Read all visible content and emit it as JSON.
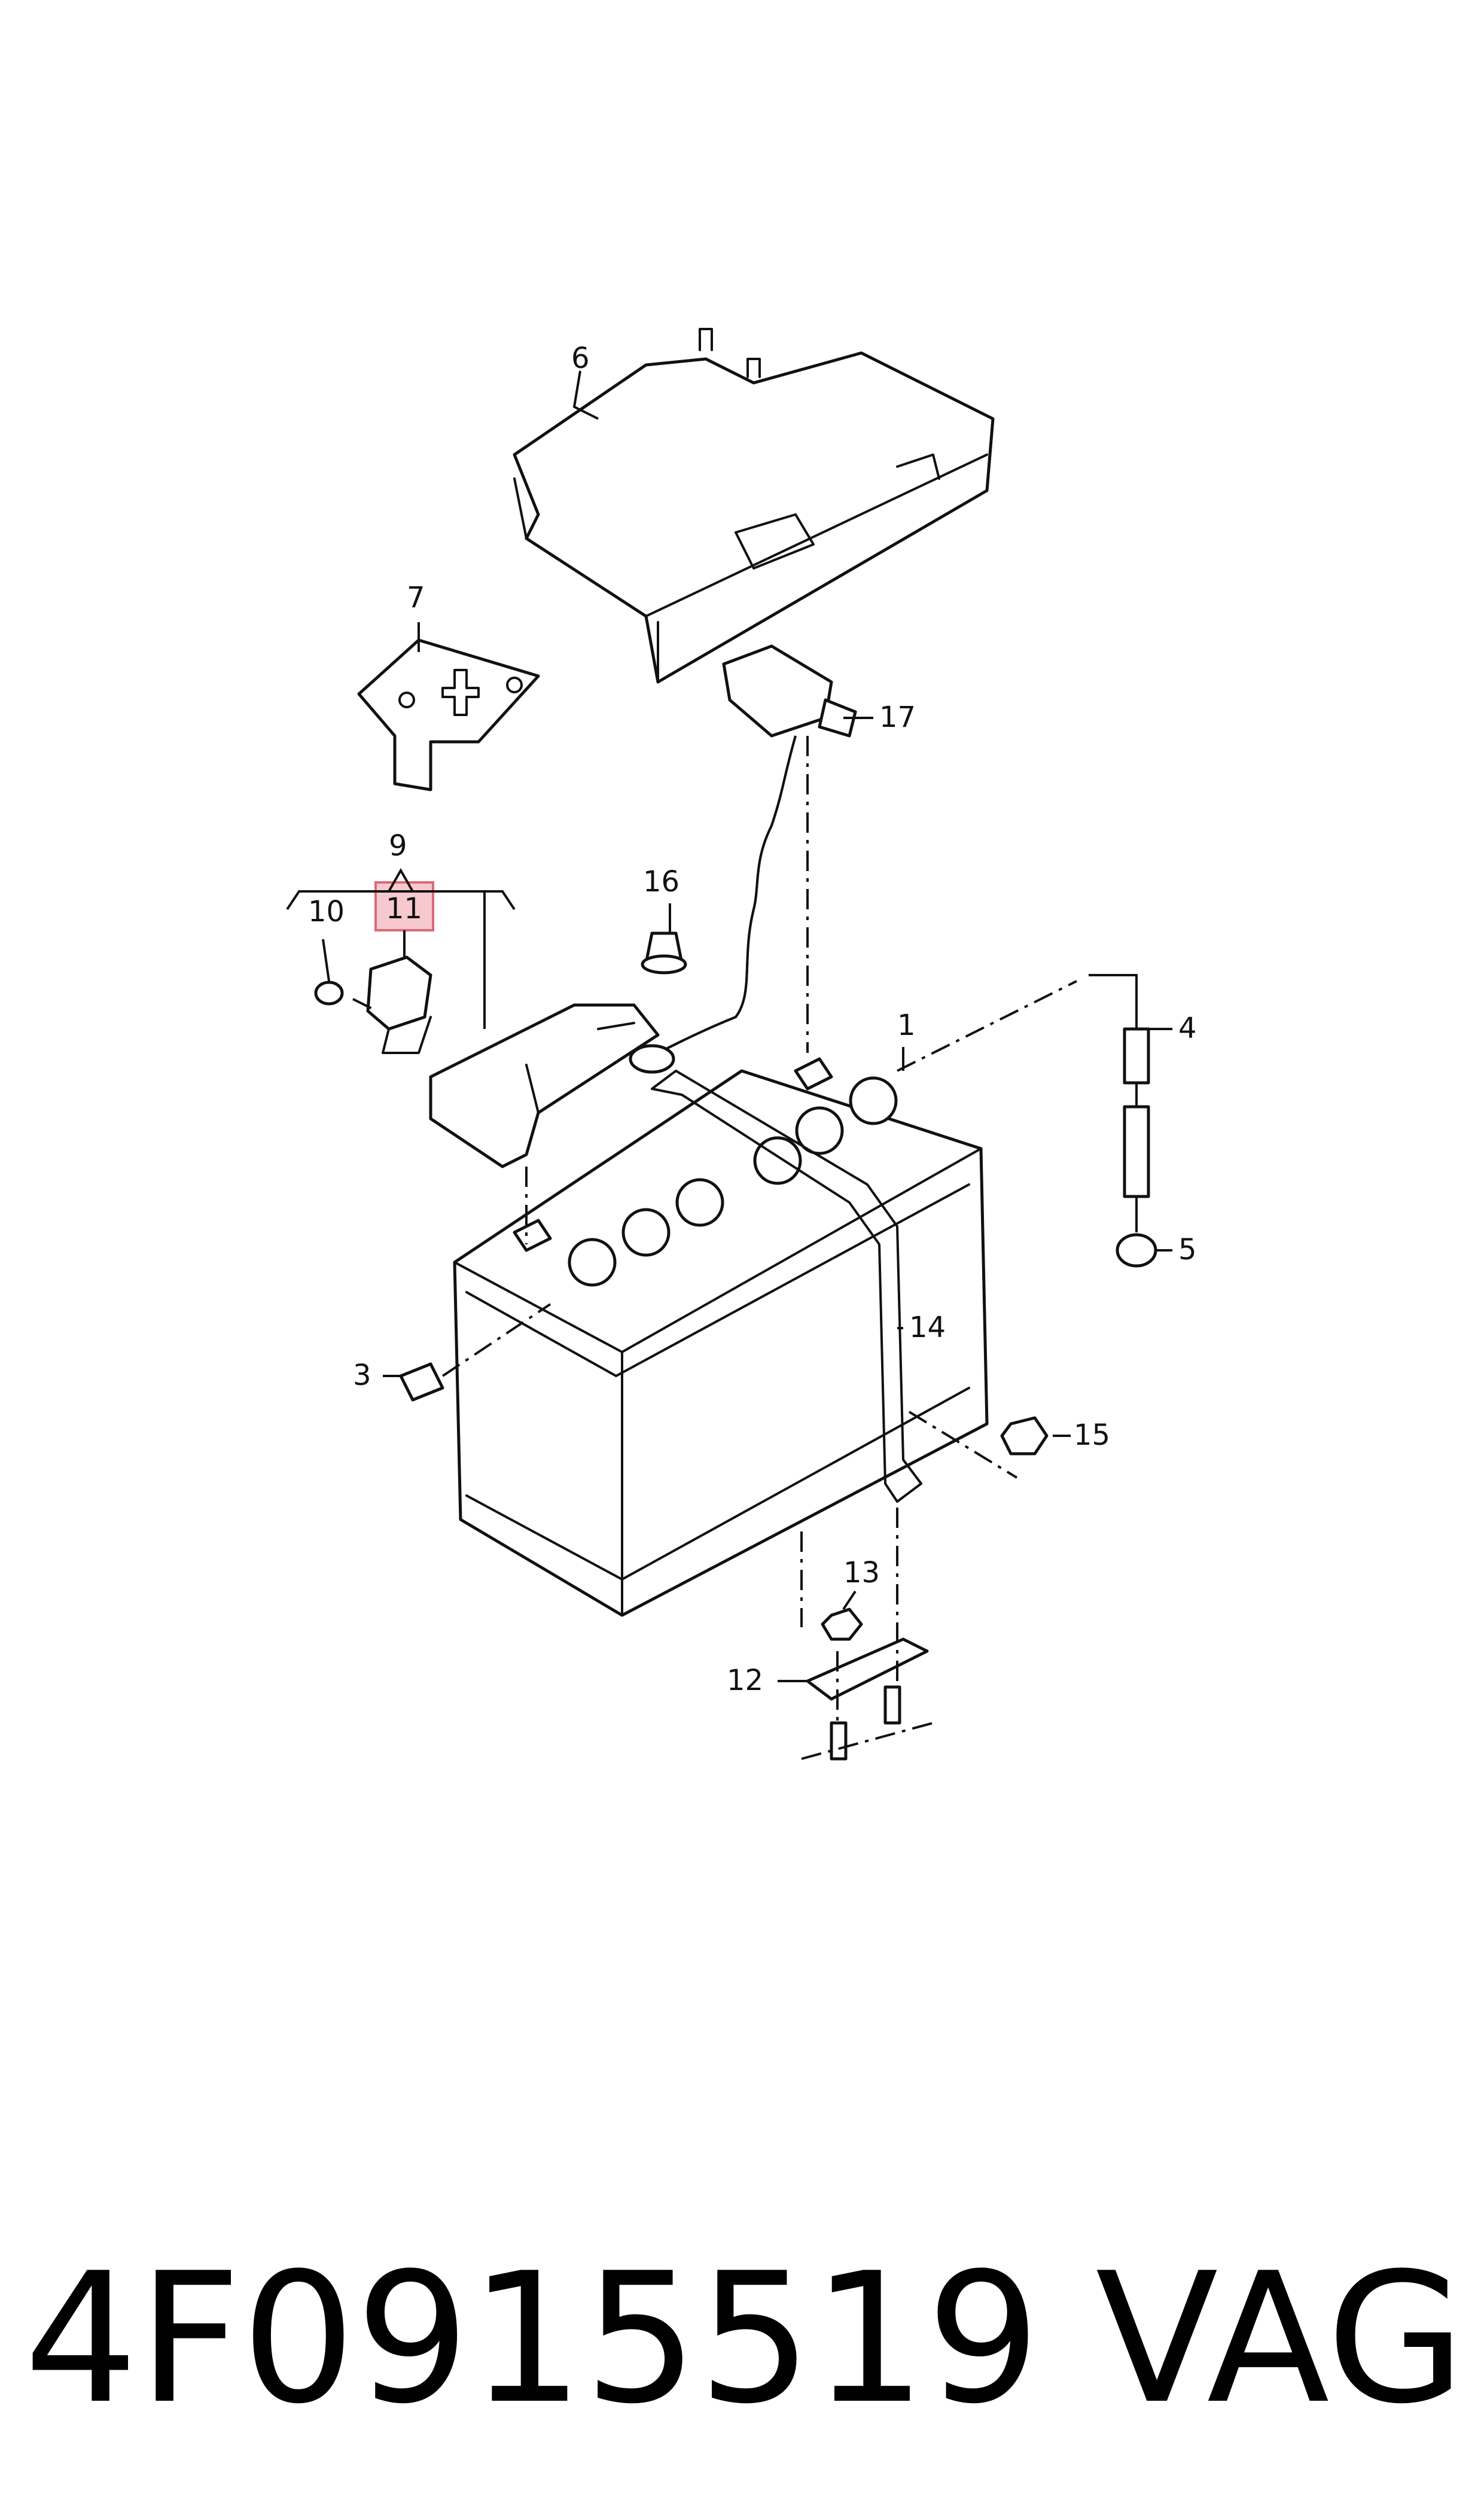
{
  "diagram": {
    "labels": {
      "l1": "1",
      "l3": "3",
      "l4": "4",
      "l5": "5",
      "l6": "6",
      "l7": "7",
      "l9": "9",
      "l10": "10",
      "l11": "11",
      "l12": "12",
      "l13": "13",
      "l14": "14",
      "l15": "15",
      "l16": "16",
      "l17": "17"
    },
    "highlighted_part": "11",
    "highlight_color": "#f6c9cf"
  },
  "caption": {
    "part_number": "4F0915519",
    "brand": "VAG"
  }
}
